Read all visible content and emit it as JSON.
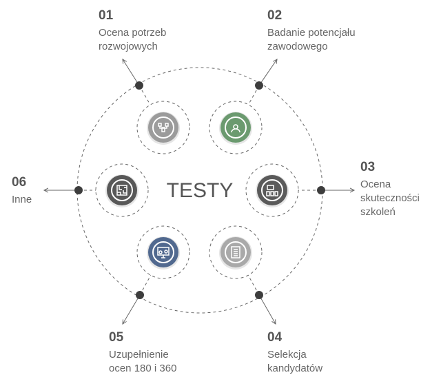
{
  "center_label": "TESTY",
  "items": [
    {
      "number": "01",
      "lines": [
        "Ocena potrzeb",
        "rozwojowych"
      ],
      "icon": "team-hierarchy-icon",
      "color": "#9b9b9b"
    },
    {
      "number": "02",
      "lines": [
        "Badanie potencjału",
        "zawodowego"
      ],
      "icon": "user-target-icon",
      "color": "#6b9a6f"
    },
    {
      "number": "03",
      "lines": [
        "Ocena",
        "skuteczności",
        "szkoleń"
      ],
      "icon": "training-meeting-icon",
      "color": "#5a5a5a"
    },
    {
      "number": "04",
      "lines": [
        "Selekcja",
        "kandydatów"
      ],
      "icon": "clipboard-icon",
      "color": "#a9a9a9"
    },
    {
      "number": "05",
      "lines": [
        "Uzupełnienie",
        "ocen 180 i 360"
      ],
      "icon": "monitor-gears-icon",
      "color": "#51698f"
    },
    {
      "number": "06",
      "lines": [
        "Inne"
      ],
      "icon": "maze-icon",
      "color": "#585858"
    }
  ]
}
